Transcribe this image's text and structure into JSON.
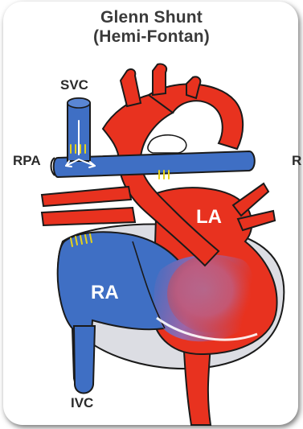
{
  "title": {
    "line1": "Glenn Shunt",
    "line2": "(Hemi-Fontan)"
  },
  "labels": {
    "svc": "SVC",
    "rpa": "RPA",
    "lpa_partial": "R",
    "la": "LA",
    "ra": "RA",
    "ivc": "IVC"
  },
  "colors": {
    "oxygenated_red": "#e8321f",
    "deoxygenated_blue": "#3f6fc4",
    "suture_yellow": "#e6d21a",
    "outline": "#1a1a1a",
    "pericardium_gray": "#d9d9df"
  }
}
